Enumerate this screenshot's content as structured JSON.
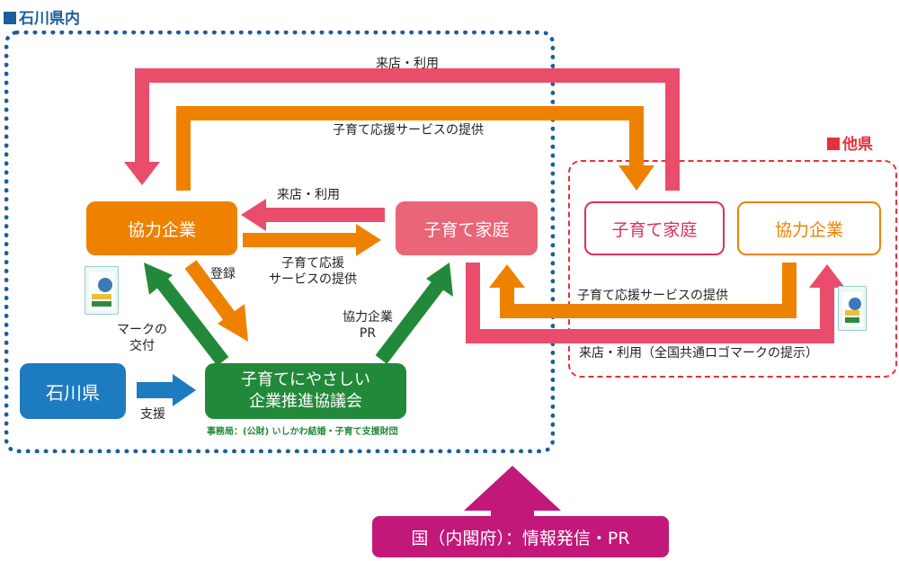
{
  "regions": {
    "ishikawa_label": "石川県内",
    "other_label": "他県"
  },
  "nodes": {
    "kyoryoku_left": "協力企業",
    "kosodate_left": "子育て家庭",
    "ishikawa_pref": "石川県",
    "council_line1": "子育てにやさしい",
    "council_line2": "企業推進協議会",
    "secretariat": "事務局：(公財) いしかわ結婚・子育て支援財団",
    "kosodate_other": "子育て家庭",
    "kyoryoku_other": "協力企業",
    "kuni": "国（内閣府）：情報発信・PR"
  },
  "arrows": {
    "top_visit": "来店・利用",
    "top_service": "子育て応援サービスの提供",
    "mid_visit": "来店・利用",
    "mid_service_1": "子育て応援",
    "mid_service_2": "サービスの提供",
    "register": "登録",
    "mark_1": "マークの",
    "mark_2": "交付",
    "pr_1": "協力企業",
    "pr_2": "PR",
    "support": "支援",
    "other_service": "子育て応援サービスの提供",
    "other_visit": "来店・利用（全国共通ロゴマークの提示）"
  },
  "colors": {
    "blue_border": "#1b5f9e",
    "red_border": "#e8303a",
    "orange": "#ee8200",
    "pink": "#ea4d6b",
    "pink_box": "#ea6577",
    "green": "#23893a",
    "blue": "#1d7bbf",
    "magenta": "#c2187a"
  }
}
